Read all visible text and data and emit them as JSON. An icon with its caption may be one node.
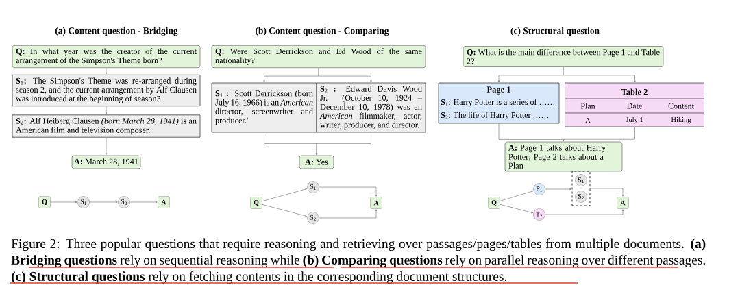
{
  "diagram": {
    "caption": "Figure 2: Three popular questions that require reasoning and retrieving over passages/pages/tables from multiple documents. **(a) Bridging questions** rely on sequential reasoning while **(b) Comparing questions** rely on parallel reasoning over different passages. **(c) Structural questions** rely on fetching contents in the corresponding document structures.",
    "nodes": [
      {
        "text": [
          "**Q:** In what year was the creator of the current arrangement of the Simpson's Theme born?"
        ]
      },
      {
        "text": [
          "**S**$_{1}$**:** The Simpson's Theme was re-arranged during season 2, and the current arrangement by Alf Clausen was introduced at the beginning of season3"
        ]
      },
      {
        "text": [
          "**S**$_{2}$**:** Alf Heiberg Clausen *(born March 28, 1941)* is an American film and television composer."
        ]
      },
      {
        "text": [
          "**A:** March 28, 1941"
        ]
      },
      {
        "text": [
          "Q"
        ]
      },
      {
        "text": [
          "S$_{1}$"
        ]
      },
      {
        "text": [
          "S$_{2}$"
        ]
      },
      {
        "text": [
          "A"
        ]
      },
      {
        "text": [
          "**Q:** Were Scott Derrickson and Ed Wood of the same nationality?"
        ]
      },
      {
        "text": [
          "**S**$_{1}$ **:** 'Scott Derrickson (born July 16, 1966) is an *American* director, screenwriter and producer.'"
        ]
      },
      {
        "text": [
          "**S**$_{2}$ **:** Edward Davis Wood Jr. (October 10, 1924 – December 10, 1978) was an *American* filmmaker, actor, writer, producer, and director."
        ]
      },
      {
        "text": [
          "**A:** Yes"
        ]
      },
      {
        "text": [
          "Q"
        ]
      },
      {
        "text": [
          "S$_{1}$"
        ]
      },
      {
        "text": [
          "S$_{2}$"
        ]
      },
      {
        "text": [
          "A"
        ]
      },
      {
        "text": [
          "**Q:** What is the main difference between Page 1 and Table 2?"
        ]
      },
      {
        "text": [
          "Page 1",
          "**S**$_{1}$: Harry Potter is a series of ……",
          "**S**$_{2}$: The life of Harry Potter ……"
        ]
      },
      {
        "text": [
          "Table 2",
          "Plan",
          "Date",
          "Content",
          "A",
          "July 1",
          "Hiking"
        ]
      },
      {
        "text": [
          "**A:** Page 1 talks about Harry Potter; Page 2 talks about a Plan"
        ]
      },
      {
        "text": [
          "Q"
        ]
      },
      {
        "text": [
          "P$_{1}$"
        ]
      },
      {
        "text": [
          "T$_{2}$"
        ]
      },
      {
        "text": [],
        "shape": "box"
      },
      {
        "text": [
          "S$_{1}$"
        ],
        "in": 23
      },
      {
        "text": [
          "S$_{2}$"
        ],
        "in": 23
      },
      {
        "text": [
          "A"
        ]
      }
    ],
    "edges": [
      {
        "from": 0,
        "to": 1,
        "arrow": "to"
      },
      {
        "from": 1,
        "to": 2,
        "arrow": "to"
      },
      {
        "from": 2,
        "to": 3,
        "arrow": "to"
      },
      {
        "from": 4,
        "to": 5,
        "arrow": "to"
      },
      {
        "from": 5,
        "to": 6,
        "arrow": "to"
      },
      {
        "from": 6,
        "to": 7,
        "arrow": "to"
      },
      {
        "from": 8,
        "to": 9,
        "arrow": "to"
      },
      {
        "from": 8,
        "to": 10,
        "arrow": "to"
      },
      {
        "from": 9,
        "to": 11,
        "arrow": "to"
      },
      {
        "from": 10,
        "to": 11,
        "arrow": "to"
      },
      {
        "from": 12,
        "to": 13,
        "arrow": "to"
      },
      {
        "from": 12,
        "to": 14,
        "arrow": "to"
      },
      {
        "from": 13,
        "to": 15,
        "arrow": "to"
      },
      {
        "from": 14,
        "to": 15,
        "arrow": "to"
      },
      {
        "from": 16,
        "to": 17,
        "arrow": "to"
      },
      {
        "from": 16,
        "to": 18,
        "arrow": "to"
      },
      {
        "from": 17,
        "to": 19,
        "arrow": "to"
      },
      {
        "from": 18,
        "to": 19,
        "arrow": "to"
      },
      {
        "from": 20,
        "to": 21,
        "arrow": "to"
      },
      {
        "from": 20,
        "to": 22,
        "arrow": "to"
      },
      {
        "from": 21,
        "to": 23,
        "arrow": "to"
      },
      {
        "from": 23,
        "to": 26,
        "arrow": "to"
      },
      {
        "from": 22,
        "to": 26,
        "arrow": "to"
      }
    ],
    "labels": [
      "(a) Content question - Bridging",
      "(b) Content question - Comparing",
      "(c) Structural question"
    ]
  }
}
